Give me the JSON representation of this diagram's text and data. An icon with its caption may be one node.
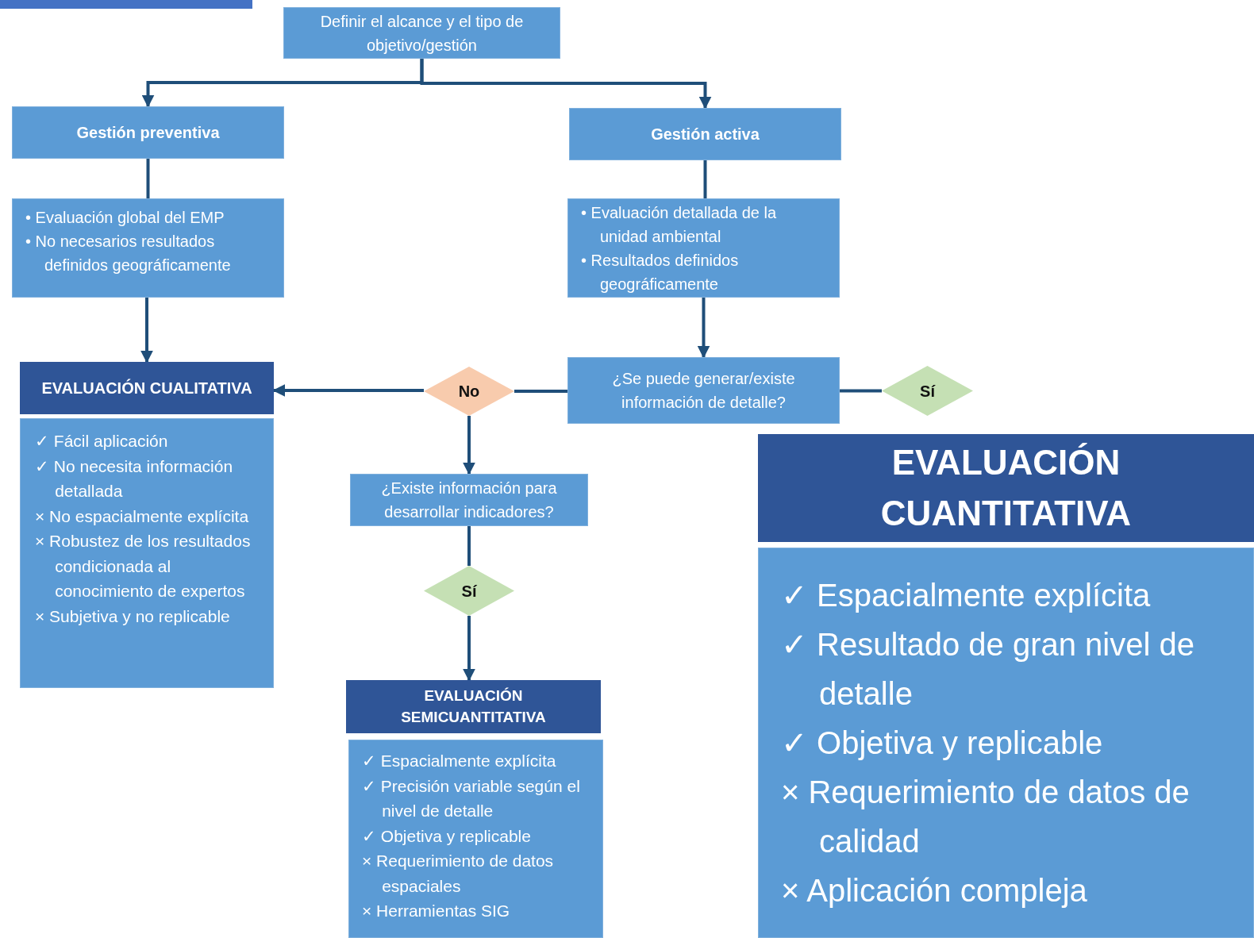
{
  "diagram": {
    "nodes": [
      {
        "text": [
          "Definir el alcance y el tipo de objetivo/gestión"
        ]
      },
      {
        "text": [
          "Gestión preventiva"
        ]
      },
      {
        "text": [
          "Gestión activa"
        ]
      },
      {
        "text": [
          "• Evaluación global del EMP",
          "• No necesarios resultados definidos geográficamente"
        ]
      },
      {
        "text": [
          "• Evaluación detallada de la unidad ambiental",
          "• Resultados definidos geográficamente"
        ]
      },
      {
        "text": [
          "¿Se puede generar/existe información de detalle?"
        ]
      },
      {
        "text": [
          "No"
        ]
      },
      {
        "text": [
          "Sí"
        ]
      },
      {
        "text": [
          "EVALUACIÓN CUALITATIVA"
        ]
      },
      {
        "text": [
          "✓ Fácil aplicación",
          "✓ No necesita información detallada",
          "× No espacialmente explícita",
          "× Robustez de los resultados condicionada al conocimiento de expertos",
          "× Subjetiva y no replicable"
        ]
      },
      {
        "text": [
          "¿Existe información para desarrollar indicadores?"
        ]
      },
      {
        "text": [
          "Sí"
        ]
      },
      {
        "text": [
          "EVALUACIÓN SEMICUANTITATIVA"
        ]
      },
      {
        "text": [
          "✓ Espacialmente explícita",
          "✓ Precisión variable según el nivel de detalle",
          "✓ Objetiva y replicable",
          "× Requerimiento de datos espaciales",
          "× Herramientas SIG"
        ]
      },
      {
        "text": [
          "EVALUACIÓN CUANTITATIVA"
        ]
      },
      {
        "text": [
          "✓ Espacialmente explícita",
          "✓ Resultado de gran nivel de detalle",
          "✓ Objetiva y replicable",
          "× Requerimiento de datos de calidad",
          "× Aplicación compleja"
        ]
      }
    ],
    "edges": [
      {
        "from": 0,
        "to": 1,
        "arrow": "to"
      },
      {
        "from": 0,
        "to": 2,
        "arrow": "to"
      },
      {
        "from": 1,
        "to": 3,
        "arrow": "none"
      },
      {
        "from": 2,
        "to": 4,
        "arrow": "none"
      },
      {
        "from": 3,
        "to": 8,
        "arrow": "to"
      },
      {
        "from": 4,
        "to": 5,
        "arrow": "to"
      },
      {
        "from": 5,
        "to": 6,
        "arrow": "none"
      },
      {
        "from": 6,
        "to": 8,
        "arrow": "to"
      },
      {
        "from": 6,
        "to": 10,
        "arrow": "to"
      },
      {
        "from": 10,
        "to": 11,
        "arrow": "none"
      },
      {
        "from": 11,
        "to": 12,
        "arrow": "to"
      },
      {
        "from": 5,
        "to": 7,
        "arrow": "none"
      }
    ]
  }
}
